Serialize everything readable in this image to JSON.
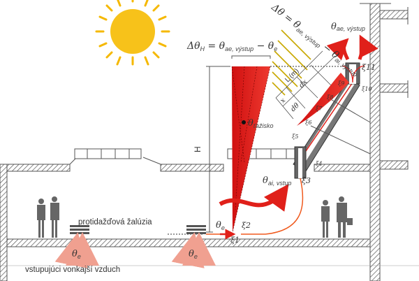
{
  "formulas": {
    "delta_h": {
      "lhs": "Δθ",
      "lhs_sub": "H",
      "eq": " = θ",
      "t1_sub": "ae, výstup",
      "minus": " − θ",
      "t2_sub": "e"
    },
    "delta": {
      "lhs": "Δθ = θ",
      "t1_sub": "ae, výstup",
      "minus": " − θ",
      "t2_sub": "ai, výstup"
    }
  },
  "labels": {
    "theta_out": "θ",
    "theta_out_sub": "ae, výstup",
    "theta_center": "θ",
    "theta_center_sub": "ťažisko",
    "height": "H",
    "theta_in": "θ",
    "theta_in_sub": "ai, vstup",
    "theta_e": "θ",
    "theta_e_sub": "e",
    "theta_e2": "θ",
    "theta_e2_sub": "e",
    "theta_e3": "θ",
    "theta_e3_sub": "e",
    "length": "L (m)",
    "dx": "dx",
    "x": "x",
    "dtheta": "dθ",
    "louver": "protidažďová žalúzia",
    "incoming_air": "vstupujúci vonkajší vzduch"
  },
  "loss_coefficients": [
    "ξ1",
    "ξ2",
    "ξ3",
    "ξ4",
    "ξ5",
    "ξ6",
    "ξ7",
    "ξ8",
    "ξ9",
    "ξ10",
    "ξ11"
  ],
  "colors": {
    "red": "#e0201a",
    "sun": "#f5b800",
    "wall": "#555555",
    "flow": "#f05a1e"
  }
}
